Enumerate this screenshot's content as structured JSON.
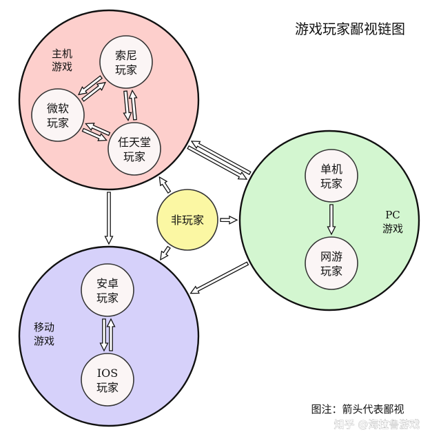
{
  "title": "游戏玩家鄙视链图",
  "legend": "图注：箭头代表鄙视",
  "watermark": "知乎 @海拉鲁游戏",
  "colors": {
    "console": "#fdcfcc",
    "pc": "#d3f6d0",
    "mobile": "#d6d1fa",
    "nonplayer": "#fbf7a3",
    "node": "#fbf5f5"
  },
  "groups": {
    "console": {
      "label": [
        "主机",
        "游戏"
      ]
    },
    "pc": {
      "label": [
        "PC",
        "游戏"
      ]
    },
    "mobile": {
      "label": [
        "移动",
        "游戏"
      ]
    }
  },
  "nodes": {
    "sony": [
      "索尼",
      "玩家"
    ],
    "microsoft": [
      "微软",
      "玩家"
    ],
    "nintendo": [
      "任天堂",
      "玩家"
    ],
    "nonplayer": [
      "非玩家"
    ],
    "single": [
      "单机",
      "玩家"
    ],
    "online": [
      "网游",
      "玩家"
    ],
    "android": [
      "安卓",
      "玩家"
    ],
    "ios": [
      "IOS",
      "玩家"
    ]
  },
  "edges": [
    {
      "from": "microsoft",
      "to": "sony"
    },
    {
      "from": "sony",
      "to": "microsoft"
    },
    {
      "from": "sony",
      "to": "nintendo"
    },
    {
      "from": "nintendo",
      "to": "sony"
    },
    {
      "from": "microsoft",
      "to": "nintendo"
    },
    {
      "from": "nintendo",
      "to": "microsoft"
    },
    {
      "from": "single",
      "to": "online"
    },
    {
      "from": "android",
      "to": "ios"
    },
    {
      "from": "ios",
      "to": "android"
    },
    {
      "from": "console_group",
      "to": "pc_group"
    },
    {
      "from": "pc_group",
      "to": "console_group"
    },
    {
      "from": "console_group",
      "to": "mobile_group"
    },
    {
      "from": "pc_group",
      "to": "mobile_group"
    },
    {
      "from": "nonplayer",
      "to": "console_group"
    },
    {
      "from": "nonplayer",
      "to": "pc_group"
    },
    {
      "from": "nonplayer",
      "to": "mobile_group"
    }
  ]
}
